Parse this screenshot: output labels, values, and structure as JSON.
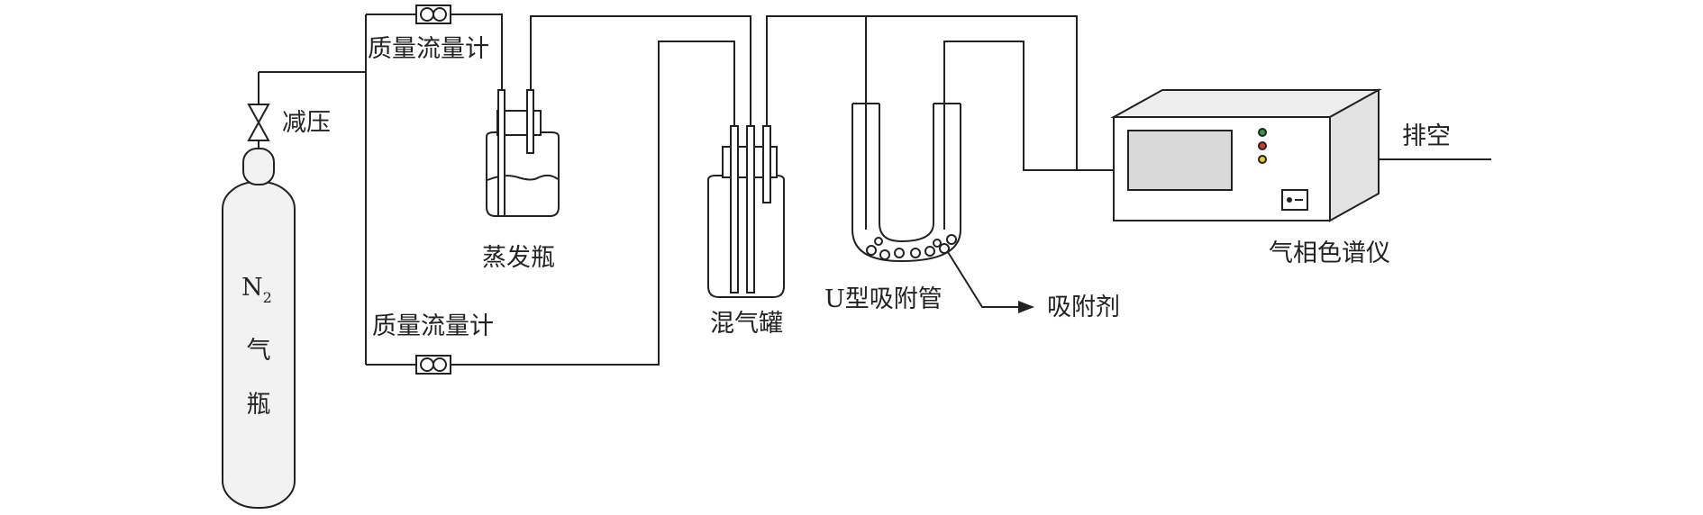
{
  "labels": {
    "cylinder_formula_main": "N",
    "cylinder_formula_sub": "2",
    "cylinder_char1": "气",
    "cylinder_char2": "瓶",
    "pressure_reducer": "减压",
    "mfc_top": "质量流量计",
    "mfc_bottom": "质量流量计",
    "evaporation_bottle": "蒸发瓶",
    "mixing_tank": "混气罐",
    "u_tube": "U型吸附管",
    "adsorbent": "吸附剂",
    "gc": "气相色谱仪",
    "vent": "排空"
  },
  "colors": {
    "line": "#222222",
    "cylinder_fill": "#f2f2f2",
    "screen_fill": "#d9d9d9",
    "gc_top": "#ededed",
    "gc_side": "#e3e3e3",
    "gc_front": "#ffffff",
    "indicator_green": "#2e9e3c",
    "indicator_red": "#d23a2a",
    "indicator_yellow": "#e8d02a"
  }
}
